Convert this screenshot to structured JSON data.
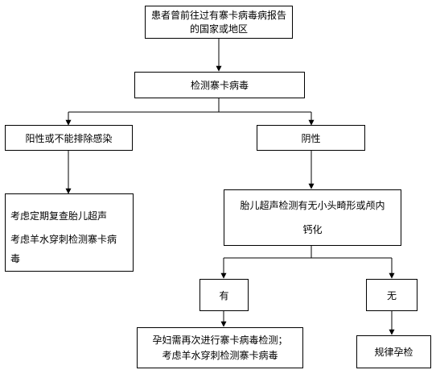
{
  "nodes": {
    "start": {
      "lines": [
        "患者曾前往过有寨卡病毒病报告",
        "的国家或地区"
      ]
    },
    "test": {
      "label": "检测寨卡病毒"
    },
    "positive": {
      "label": "阳性或不能排除感染"
    },
    "negative": {
      "label": "阴性"
    },
    "positive_action": {
      "lines": [
        "考虑定期复查胎儿超声",
        "考虑羊水穿刺检测寨卡病",
        "毒"
      ]
    },
    "ultrasound": {
      "lines": [
        "胎儿超声检测有无小头畸形或颅内",
        "钙化"
      ]
    },
    "yes": {
      "label": "有"
    },
    "no": {
      "label": "无"
    },
    "yes_action": {
      "lines": [
        "孕妇需再次进行寨卡病毒检测；",
        "考虑羊水穿刺检测寨卡病毒"
      ]
    },
    "no_action": {
      "label": "规律孕检"
    }
  }
}
